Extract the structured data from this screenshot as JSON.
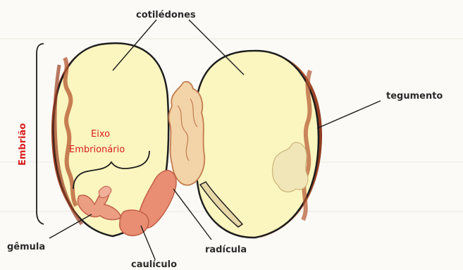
{
  "labels": {
    "cotiledones": "cotilédones",
    "tegumento": "tegumento",
    "embriao": "Embrião",
    "eixo_line1": "Eixo",
    "eixo_line2": "Embrionário",
    "gemula": "gêmula",
    "radicula": "radícula",
    "cauliculo": "caulículo"
  },
  "colors": {
    "background": "#fbfaf6",
    "cotyledon_fill": "#fbf5bf",
    "seed_coat": "#b4552e",
    "embryo_axis": "#e98d73",
    "label_dark": "#2b2b2b",
    "label_red": "#d81e1e",
    "outline": "#1e1e1e"
  }
}
